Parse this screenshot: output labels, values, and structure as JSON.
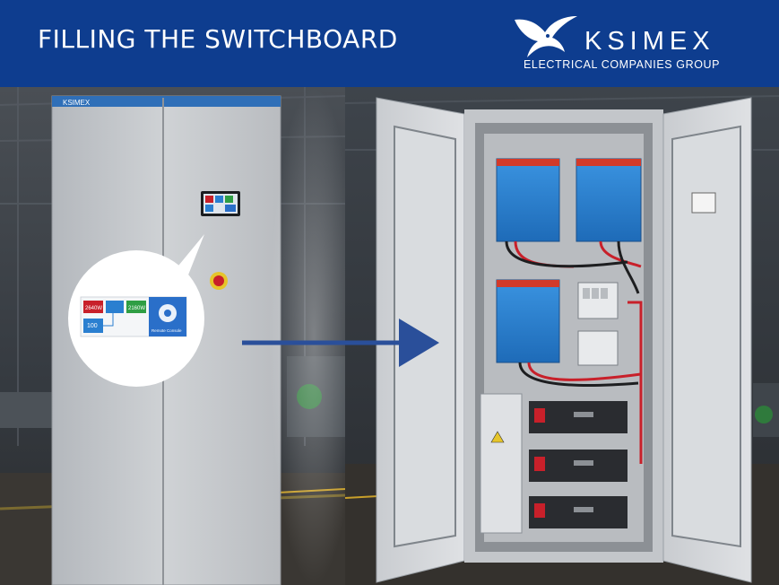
{
  "header": {
    "title": "FILLING THE SWITCHBOARD",
    "background_color": "#0e3d8f"
  },
  "logo": {
    "icon": "bird-logo-icon",
    "name": "KSIMEX",
    "tagline": "ELECTRICAL COMPANIES GROUP"
  },
  "photo": {
    "left_cabinet": {
      "brand_plate": "KSIMEX",
      "callout": {
        "tiles": [
          "2640W",
          "2160W",
          "100"
        ],
        "console_label": "Remote Console"
      }
    },
    "arrow_color": "#2a4f9a",
    "accent_inverter_color": "#2a7fd0",
    "accent_cable_color": "#c8202a"
  }
}
